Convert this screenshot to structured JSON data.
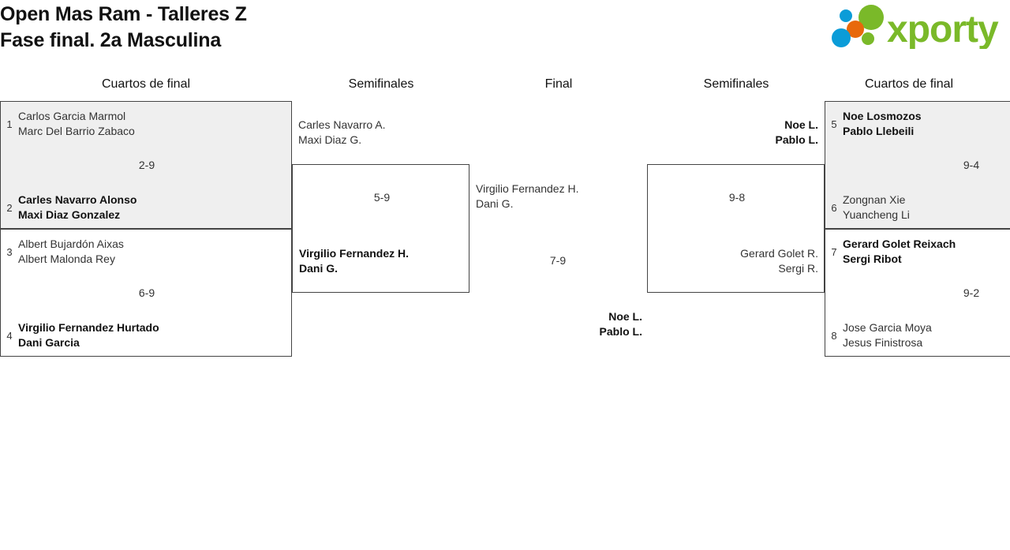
{
  "header": {
    "title": "Open Mas Ram - Talleres Z\nFase final. 2a Masculina",
    "logo_name": "xporty",
    "logo_colors": {
      "green": "#7ab929",
      "orange": "#e8690b",
      "blue": "#0b9cd8"
    }
  },
  "rounds": [
    {
      "label": "Cuartos de final"
    },
    {
      "label": "Semifinales"
    },
    {
      "label": "Final"
    },
    {
      "label": "Semifinales"
    },
    {
      "label": "Cuartos de final"
    }
  ],
  "left_quarterfinals": [
    {
      "top": {
        "seed": "1",
        "names": "Carlos Garcia Marmol\nMarc Del Barrio Zabaco",
        "winner": false
      },
      "bottom": {
        "seed": "2",
        "names": "Carles Navarro Alonso\nMaxi Diaz Gonzalez",
        "winner": true
      },
      "score": "2-9"
    },
    {
      "top": {
        "seed": "3",
        "names": "Albert Bujardón Aixas\nAlbert Malonda Rey",
        "winner": false
      },
      "bottom": {
        "seed": "4",
        "names": "Virgilio Fernandez Hurtado\nDani Garcia",
        "winner": true
      },
      "score": "6-9"
    }
  ],
  "left_semifinal": {
    "top": {
      "names": "Carles Navarro A.\nMaxi Diaz G.",
      "winner": false
    },
    "bottom": {
      "names": "Virgilio Fernandez H.\nDani G.",
      "winner": true
    },
    "score": "5-9"
  },
  "final": {
    "left": {
      "names": "Virgilio Fernandez H.\nDani G.",
      "winner": false
    },
    "right": {
      "names": "Noe L.\nPablo L.",
      "winner": true
    },
    "score": "7-9"
  },
  "right_semifinal": {
    "top": {
      "names": "Noe L.\nPablo L.",
      "winner": true
    },
    "bottom": {
      "names": "Gerard Golet R.\nSergi R.",
      "winner": false
    },
    "score": "9-8"
  },
  "right_quarterfinals": [
    {
      "top": {
        "seed": "5",
        "names": "Noe Losmozos\nPablo Llebeili",
        "winner": true
      },
      "bottom": {
        "seed": "6",
        "names": "Zongnan Xie\nYuancheng Li",
        "winner": false
      },
      "score": "9-4"
    },
    {
      "top": {
        "seed": "7",
        "names": "Gerard Golet Reixach\nSergi Ribot",
        "winner": true
      },
      "bottom": {
        "seed": "8",
        "names": "Jose Garcia Moya\nJesus Finistrosa",
        "winner": false
      },
      "score": "9-2"
    }
  ]
}
